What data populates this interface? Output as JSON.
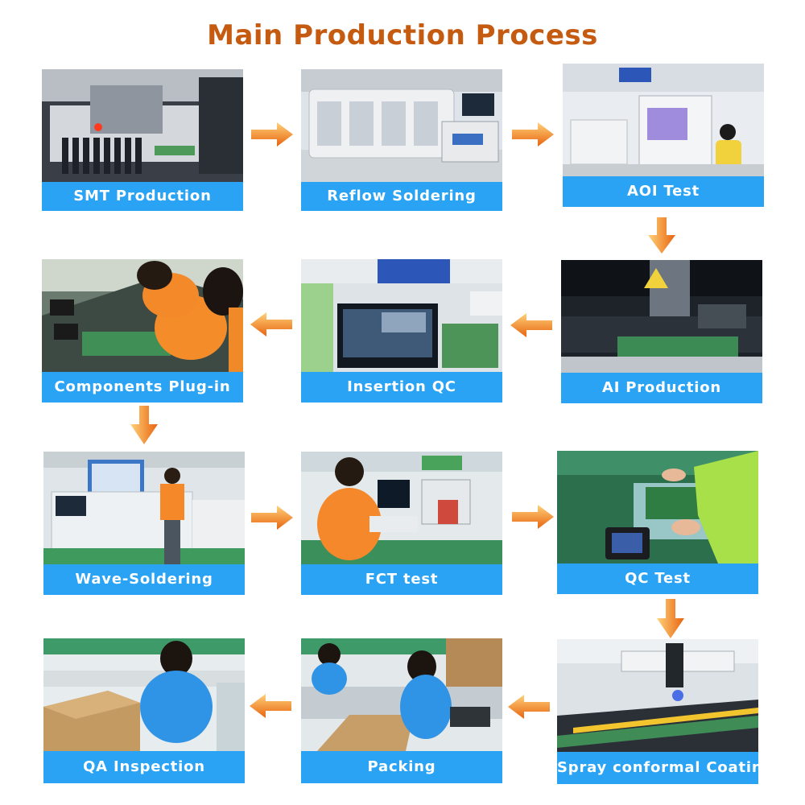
{
  "title": "Main Production Process",
  "colors": {
    "title": "#c55a11",
    "label_bg": "#2aa3f5",
    "arrow": "#f5a623",
    "arrow_dark": "#e26a12"
  },
  "steps": [
    {
      "label": "SMT Production",
      "photo": "smt-machine-photo"
    },
    {
      "label": "Reflow Soldering",
      "photo": "reflow-oven-photo"
    },
    {
      "label": "AOI Test",
      "photo": "aoi-test-station-photo"
    },
    {
      "label": "AI Production",
      "photo": "auto-insertion-machine-photo"
    },
    {
      "label": "Insertion QC",
      "photo": "insertion-qc-monitor-photo"
    },
    {
      "label": "Components Plug-in",
      "photo": "assembly-line-workers-photo"
    },
    {
      "label": "Wave-Soldering",
      "photo": "wave-soldering-machine-photo"
    },
    {
      "label": "FCT test",
      "photo": "fct-test-bench-photo"
    },
    {
      "label": "QC Test",
      "photo": "qc-test-hands-photo"
    },
    {
      "label": "Spray conformal Coating",
      "photo": "coating-machine-photo"
    },
    {
      "label": "Packing",
      "photo": "packing-workers-photo"
    },
    {
      "label": "QA Inspection",
      "photo": "qa-inspection-photo"
    }
  ],
  "arrows": [
    "right",
    "right",
    "down",
    "left",
    "left",
    "down",
    "right",
    "right",
    "down",
    "left",
    "left"
  ]
}
